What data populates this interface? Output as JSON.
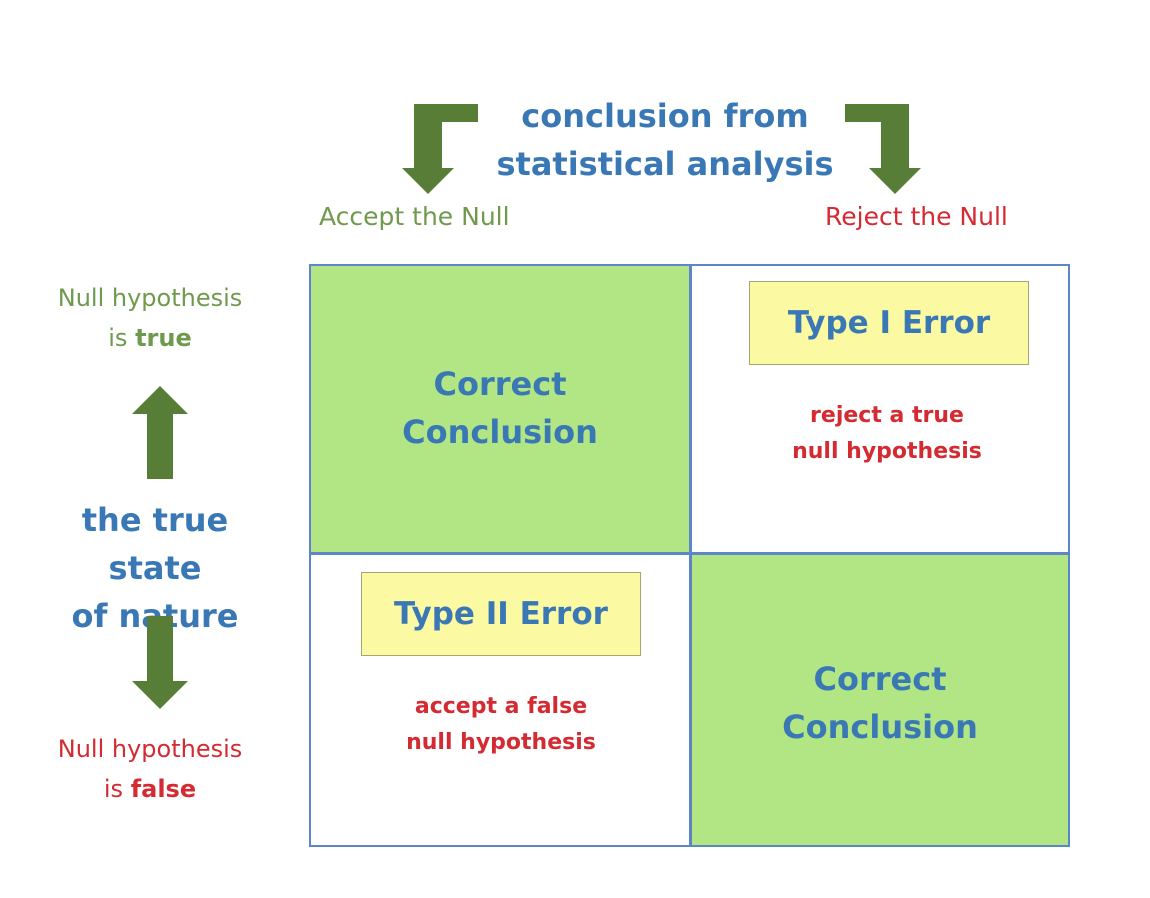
{
  "header": {
    "title_line1": "conclusion from",
    "title_line2": "statistical analysis",
    "col_accept": "Accept the Null",
    "col_reject": "Reject the Null"
  },
  "side": {
    "row_true_line1": "Null hypothesis",
    "row_true_prefix": "is",
    "row_true_bold": "true",
    "title_line1": "the true state",
    "title_line2": "of nature",
    "row_false_line1": "Null hypothesis",
    "row_false_prefix": "is",
    "row_false_bold": "false"
  },
  "cells": {
    "top_left": {
      "line1": "Correct",
      "line2": "Conclusion"
    },
    "top_right": {
      "box": "Type I Error",
      "desc_line1": "reject a true",
      "desc_line2": "null hypothesis"
    },
    "bottom_left": {
      "box": "Type II Error",
      "desc_line1": "accept a false",
      "desc_line2": "null hypothesis"
    },
    "bottom_right": {
      "line1": "Correct",
      "line2": "Conclusion"
    }
  },
  "colors": {
    "blue_text": "#3a78b5",
    "green_text": "#6f9a4e",
    "red_text": "#d42b32",
    "arrow_green": "#577d36",
    "cell_green": "#b2e584",
    "error_box": "#fcf9a3",
    "grid_border": "#5d86c8"
  },
  "icons": [
    "down-arrow-icon",
    "up-arrow-icon"
  ]
}
